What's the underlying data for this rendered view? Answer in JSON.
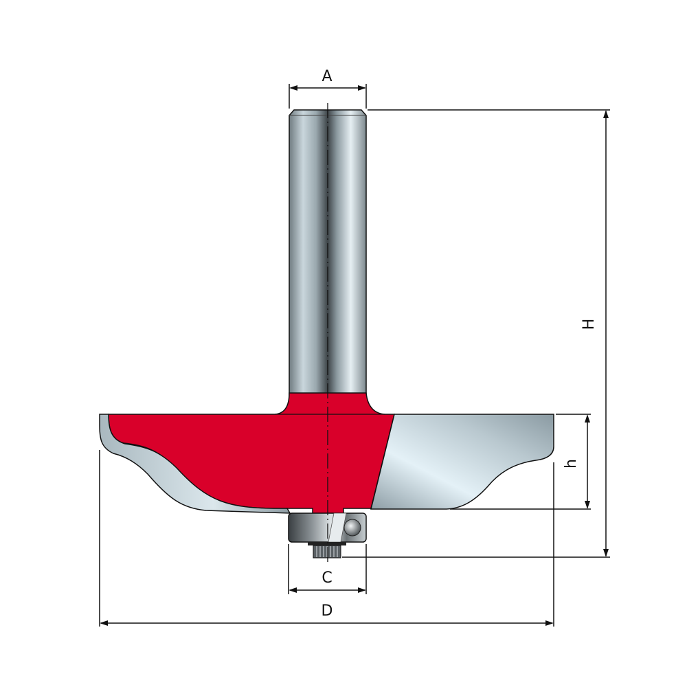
{
  "diagram": {
    "title": "Router bit (raised panel cutter with bearing) dimension drawing",
    "colors": {
      "cutter_body": "#d9002a",
      "steel_light": "#e6f0f5",
      "steel_dark": "#8a9aa2",
      "line": "#111111"
    },
    "dimensions": {
      "A": "A",
      "C": "C",
      "D": "D",
      "H": "H",
      "h": "h"
    },
    "parts": [
      "shank",
      "cutter-body",
      "carbide-blade",
      "bearing",
      "bearing-screw"
    ]
  }
}
